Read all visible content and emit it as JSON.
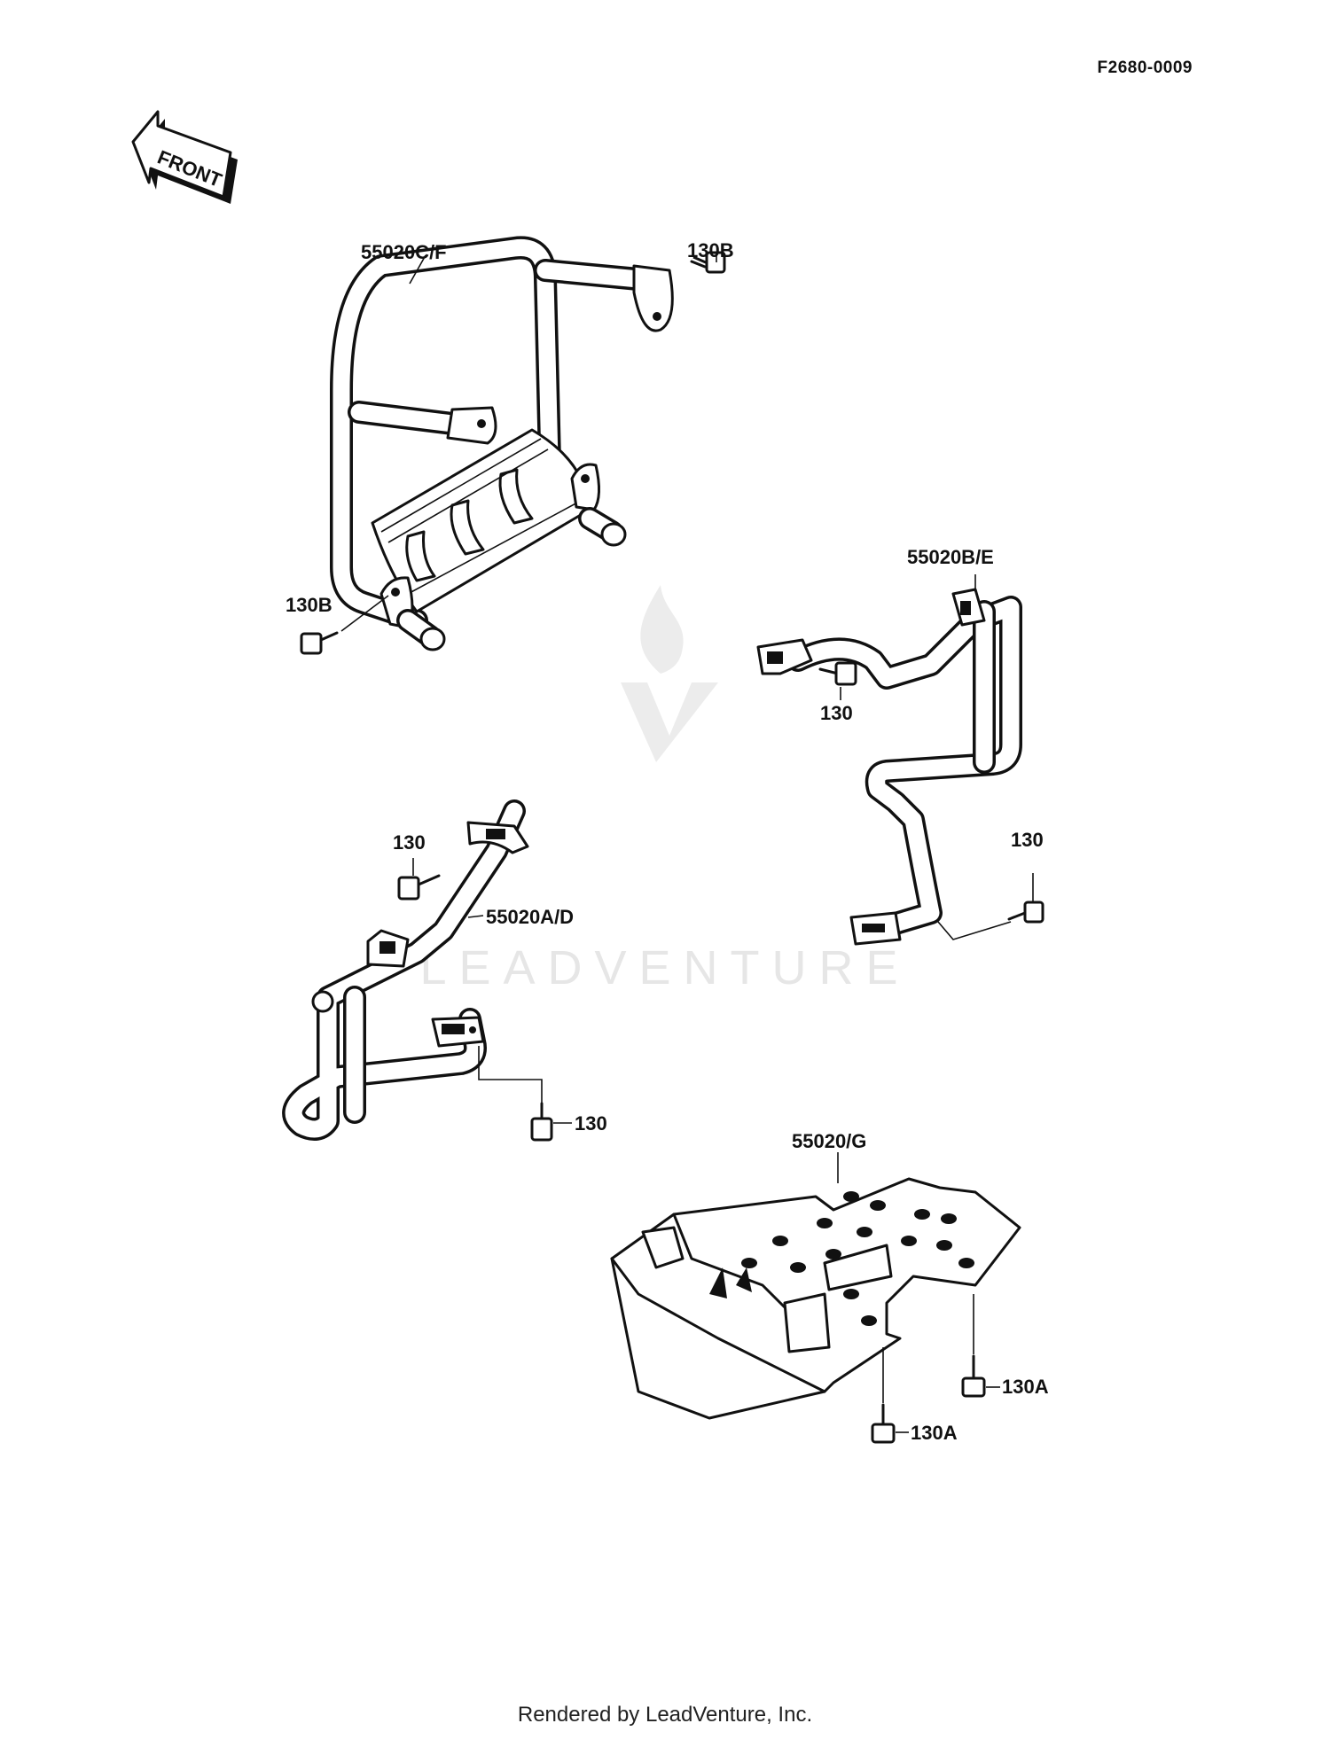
{
  "diagram_code": "F2680-0009",
  "front_arrow_label": "FRONT",
  "watermark_text": "LEADVENTURE",
  "footer_text": "Rendered by LeadVenture, Inc.",
  "callouts": {
    "front_guard": "55020C/F",
    "front_guard_bolt_upper": "130B",
    "front_guard_bolt_lower": "130B",
    "right_footguard": "55020B/E",
    "right_footguard_bolt_upper": "130",
    "right_footguard_bolt_lower": "130",
    "left_footguard": "55020A/D",
    "left_footguard_bolt_upper": "130",
    "left_footguard_bolt_lower": "130",
    "skid_plate": "55020/G",
    "skid_plate_bolt_right": "130A",
    "skid_plate_bolt_left": "130A"
  },
  "colors": {
    "ink": "#111111",
    "paper": "#ffffff",
    "watermark": "#e6e6e6"
  }
}
